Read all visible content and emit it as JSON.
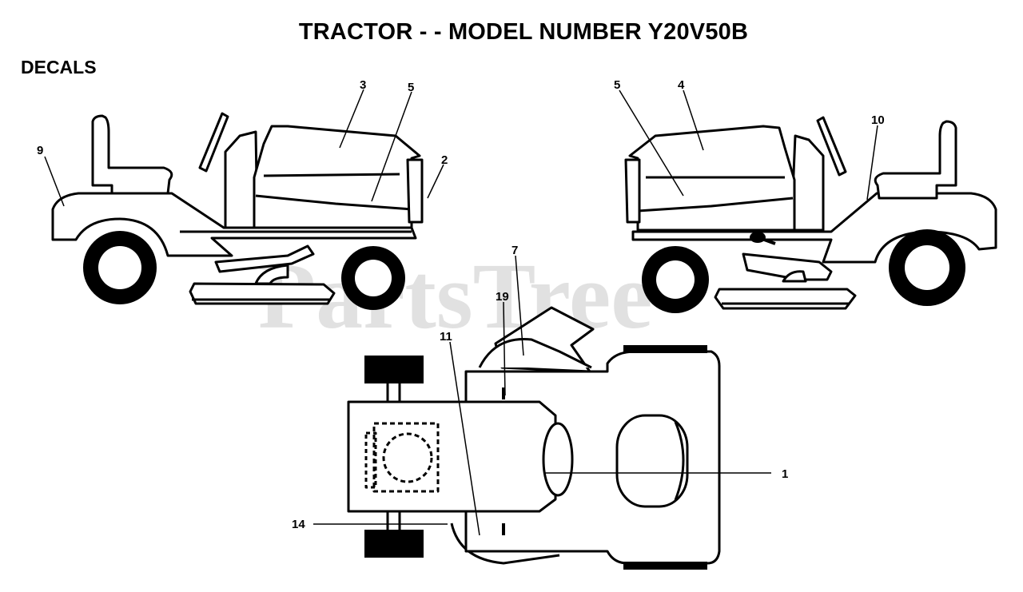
{
  "page": {
    "title": "TRACTOR - - MODEL NUMBER Y20V50B",
    "section": "DECALS",
    "watermark": "PartsTree"
  },
  "callouts": {
    "left_view": [
      "3",
      "5",
      "9",
      "2"
    ],
    "right_view": [
      "5",
      "4",
      "10"
    ],
    "top_view": [
      "7",
      "19",
      "11",
      "1",
      "14"
    ]
  },
  "colors": {
    "ink": "#000000",
    "paper": "#ffffff",
    "watermark": "#c9c9c9"
  }
}
